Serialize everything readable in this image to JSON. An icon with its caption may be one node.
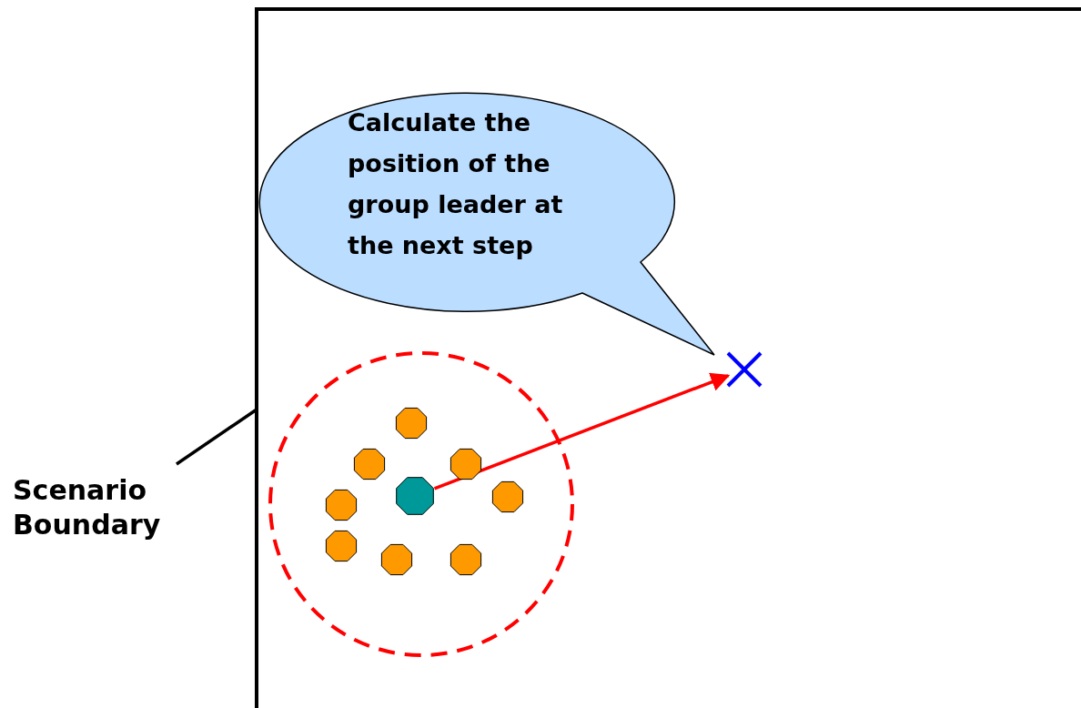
{
  "diagram": {
    "nodes": [
      {
        "text": [],
        "shape": "box"
      },
      {
        "text": [
          "Calculate the position of the group leader at the next step"
        ],
        "in": 0
      },
      {
        "text": [],
        "shape": "circle",
        "in": 0
      },
      {
        "text": [],
        "shape": "octagon",
        "in": 2
      },
      {
        "text": [],
        "shape": "octagon",
        "in": 2
      },
      {
        "text": [],
        "shape": "octagon",
        "in": 2
      },
      {
        "text": [],
        "shape": "octagon",
        "in": 2
      },
      {
        "text": [],
        "shape": "octagon",
        "in": 2
      },
      {
        "text": [],
        "shape": "octagon",
        "in": 2
      },
      {
        "text": [],
        "shape": "octagon",
        "in": 2
      },
      {
        "text": [],
        "shape": "octagon",
        "in": 2
      },
      {
        "text": [],
        "shape": "octagon",
        "in": 2
      },
      {
        "text": [],
        "shape": "cross",
        "in": 0
      },
      {
        "text": [
          "Scenario Boundary"
        ]
      }
    ],
    "edges": [
      {
        "from": 6,
        "to": 12,
        "arrow": "to",
        "color": "#ff0000"
      },
      {
        "from": 13,
        "to": 0,
        "arrow": "none",
        "color": "#000000"
      }
    ]
  }
}
